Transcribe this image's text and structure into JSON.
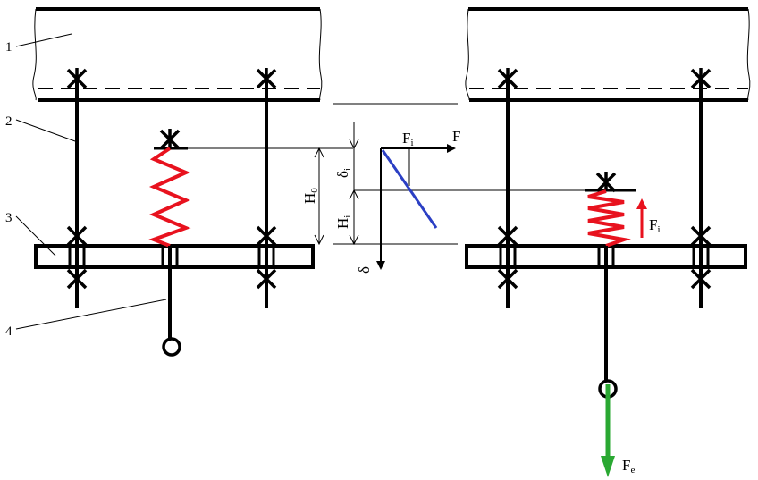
{
  "callouts": [
    "1",
    "2",
    "3",
    "4"
  ],
  "graph": {
    "axis_force": "F",
    "axis_deflection": "δ",
    "H0": {
      "main": "H",
      "sub": "0"
    },
    "Hi": {
      "main": "H",
      "sub": "i"
    },
    "delta_i": {
      "main": "δ",
      "sub": "i"
    },
    "Fi": {
      "main": "F",
      "sub": "i"
    }
  },
  "right_assembly": {
    "spring_force": {
      "main": "F",
      "sub": "i"
    },
    "external_force": {
      "main": "F",
      "sub": "e"
    }
  },
  "colors": {
    "spring": "#e8121e",
    "spring_force_arrow": "#e8121e",
    "external_force_arrow": "#2aa832",
    "stiffness_line": "#2b3fc4",
    "lines": "#000000"
  }
}
